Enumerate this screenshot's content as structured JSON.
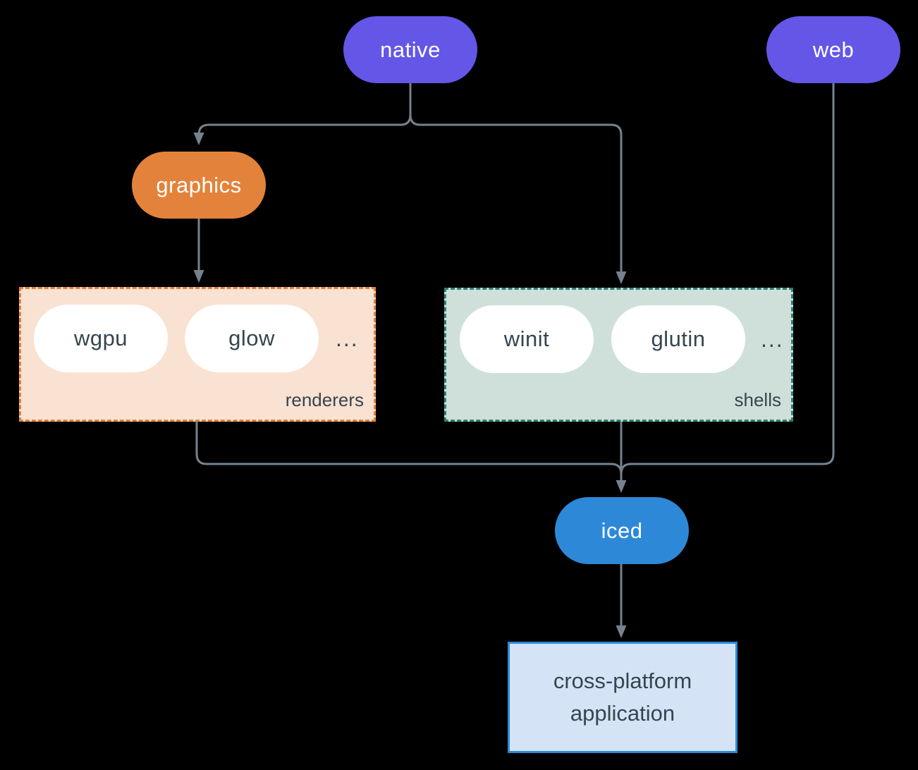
{
  "nodes": {
    "native": {
      "label": "native",
      "color": "#6456e6"
    },
    "web": {
      "label": "web",
      "color": "#6456e6"
    },
    "graphics": {
      "label": "graphics",
      "color": "#e3833b"
    },
    "iced": {
      "label": "iced",
      "color": "#2d89d8"
    },
    "application": {
      "lines": [
        "cross-platform",
        "application"
      ]
    }
  },
  "groups": {
    "renderers": {
      "label": "renderers",
      "items": [
        "wgpu",
        "glow"
      ],
      "ellipsis": "..."
    },
    "shells": {
      "label": "shells",
      "items": [
        "winit",
        "glutin"
      ],
      "ellipsis": "..."
    }
  },
  "edges": [
    {
      "from": "native",
      "to": "graphics"
    },
    {
      "from": "native",
      "to": "shells"
    },
    {
      "from": "graphics",
      "to": "renderers"
    },
    {
      "from": "renderers",
      "to": "iced"
    },
    {
      "from": "shells",
      "to": "iced"
    },
    {
      "from": "web",
      "to": "iced"
    },
    {
      "from": "iced",
      "to": "application"
    }
  ],
  "colors": {
    "background": "#000000",
    "edge": "#75828e",
    "text-dark": "#36454e",
    "pill-bg": "#ffffff",
    "node-purple": "#6456e6",
    "node-orange": "#e3833b",
    "node-blue": "#2d89d8",
    "renderers-bg": "#f9e2d2",
    "renderers-border": "#e3833b",
    "shells-bg": "#cfe0da",
    "shells-border": "#2f8172",
    "app-bg": "#d4e4f6",
    "app-border": "#2d89d8"
  }
}
